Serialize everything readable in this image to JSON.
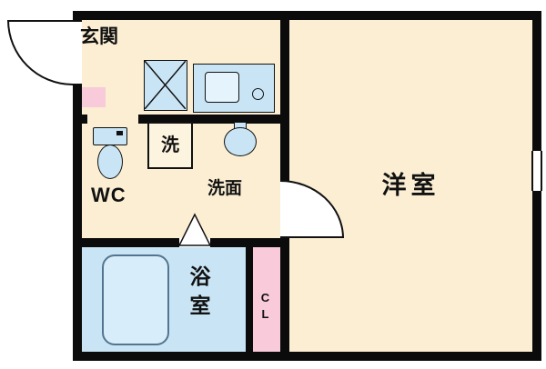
{
  "floorplan": {
    "rooms": {
      "entrance": {
        "label": "玄関"
      },
      "western_room": {
        "label": "洋室"
      },
      "toilet": {
        "label": "WC"
      },
      "washer": {
        "label": "洗"
      },
      "washroom": {
        "label": "洗面"
      },
      "bathroom": {
        "label": "浴室"
      },
      "closet": {
        "label": "CL"
      }
    },
    "colors": {
      "floor": "#FBEED3",
      "wet_area": "#C9E5F5",
      "accent_pink": "#F9CAD9",
      "wall": "#0B0B0B",
      "background": "#FFFFFF",
      "fixture_outline": "#111111",
      "tub_outline": "#53758F"
    }
  }
}
